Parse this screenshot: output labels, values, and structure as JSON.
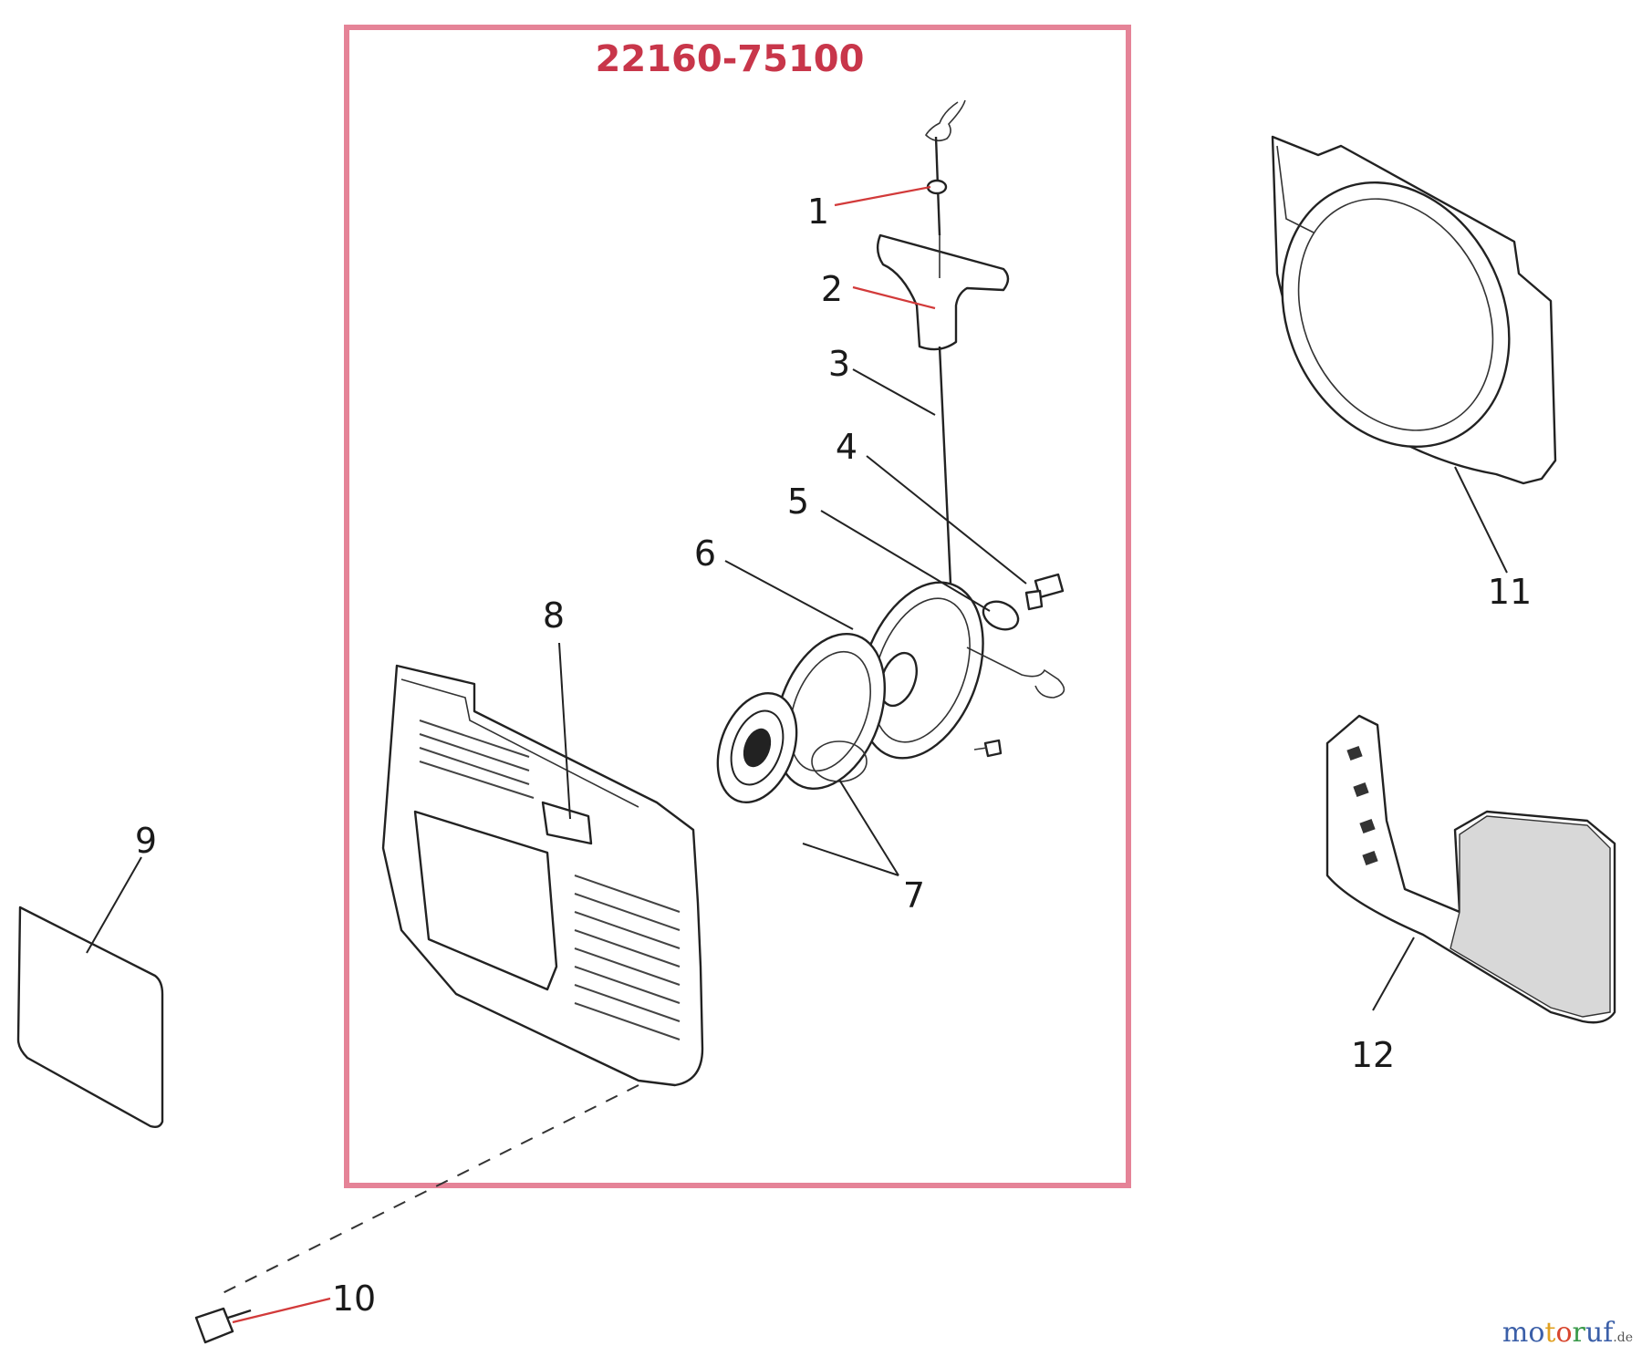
{
  "group": {
    "part_number": "22160-75100",
    "frame_color": "#e58397"
  },
  "callouts": [
    {
      "id": "1",
      "label": "1"
    },
    {
      "id": "2",
      "label": "2"
    },
    {
      "id": "3",
      "label": "3"
    },
    {
      "id": "4",
      "label": "4"
    },
    {
      "id": "5",
      "label": "5"
    },
    {
      "id": "6",
      "label": "6"
    },
    {
      "id": "7",
      "label": "7"
    },
    {
      "id": "8",
      "label": "8"
    },
    {
      "id": "9",
      "label": "9"
    },
    {
      "id": "10",
      "label": "10"
    },
    {
      "id": "11",
      "label": "11"
    },
    {
      "id": "12",
      "label": "12"
    }
  ],
  "watermark": {
    "letters": [
      "m",
      "o",
      "t",
      "o",
      "r",
      "u",
      "f"
    ],
    "colors": [
      "#3b5fa8",
      "#3b5fa8",
      "#e0a020",
      "#d8462e",
      "#3a9a4a",
      "#3b5fa8",
      "#3b5fa8"
    ],
    "suffix": ".de"
  }
}
